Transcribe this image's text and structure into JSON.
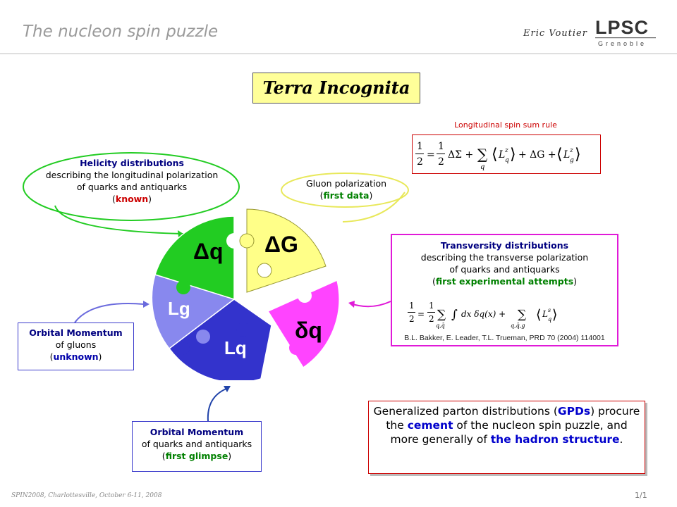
{
  "header": {
    "title": "The nucleon spin puzzle",
    "author": "Eric Voutier",
    "logo_main": "LPSC",
    "logo_sub": "Grenoble"
  },
  "banner": {
    "title": "Terra Incognita"
  },
  "sum_rule": {
    "label": "Longitudinal spin sum rule"
  },
  "puzzle": {
    "pieces": [
      {
        "label": "Δq",
        "color": "#22cc22"
      },
      {
        "label": "ΔG",
        "color": "#ffff88"
      },
      {
        "label": "δq",
        "color": "#ff44ff"
      },
      {
        "label": "Lq",
        "color": "#3333cc"
      },
      {
        "label": "Lg",
        "color": "#8888ee"
      }
    ]
  },
  "helicity": {
    "title": "Helicity distributions",
    "line1": "describing  the longitudinal polarization",
    "line2": "of quarks and antiquarks",
    "status": "known"
  },
  "gluon": {
    "title": "Gluon polarization",
    "status": "first data"
  },
  "transversity": {
    "title": "Transversity distributions",
    "line1": "describing the transverse polarization",
    "line2": "of quarks and antiquarks",
    "status": "first experimental attempts",
    "reference": "B.L. Bakker, E. Leader, T.L. Trueman, PRD 70 (2004) 114001"
  },
  "orbital_gluons": {
    "title": "Orbital Momentum",
    "line1": "of gluons",
    "status": "unknown"
  },
  "orbital_quarks": {
    "title": "Orbital Momentum",
    "line1": "of quarks and antiquarks",
    "status": "first glimpse"
  },
  "gpd_note": {
    "t1": "Generalized parton distributions (",
    "gpds": "GPDs",
    "t2": ") procure the ",
    "cement": "cement",
    "t3": " of the nucleon spin puzzle, and more generally of ",
    "hadron": "the hadron structure",
    "t4": "."
  },
  "footer": {
    "conference": "SPIN2008, Charlottesville, October 6-11, 2008",
    "page": "1/1"
  },
  "colors": {
    "green": "#22cc22",
    "yellow": "#ffff88",
    "magenta": "#ff44ff",
    "dark_blue": "#3333cc",
    "light_blue": "#8888ee"
  }
}
